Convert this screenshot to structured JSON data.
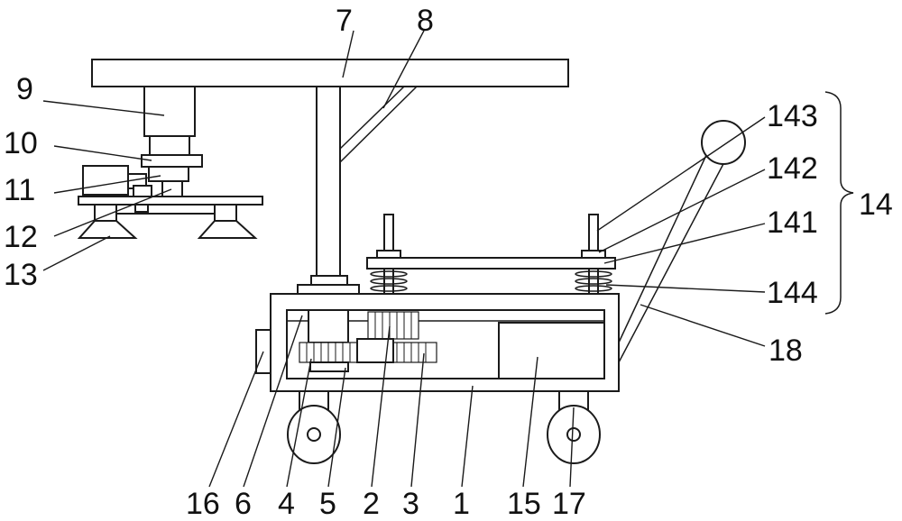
{
  "labels": {
    "l1": "1",
    "l2": "2",
    "l3": "3",
    "l4": "4",
    "l5": "5",
    "l6": "6",
    "l7": "7",
    "l8": "8",
    "l9": "9",
    "l10": "10",
    "l11": "11",
    "l12": "12",
    "l13": "13",
    "l14": "14",
    "l15": "15",
    "l16": "16",
    "l17": "17",
    "l18": "18",
    "l141": "141",
    "l142": "142",
    "l143": "143",
    "l144": "144"
  }
}
